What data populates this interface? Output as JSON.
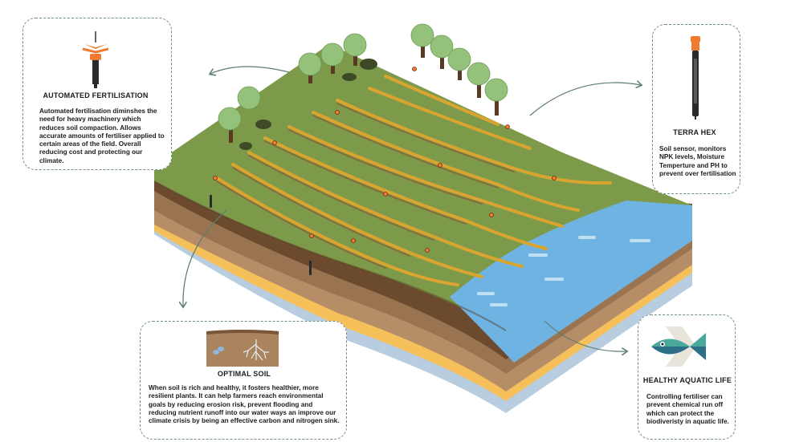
{
  "cards": {
    "fertilisation": {
      "title": "AUTOMATED FERTILISATION",
      "text": "Automated fertilisation diminshes the need for heavy machinery which reduces soil compaction. Allows accurate amounts of fertiliser applied to certain areas of the field. Overall reducing cost and protecting our climate."
    },
    "terra_hex": {
      "title": "TERRA HEX",
      "text": "Soil sensor, monitors NPK levels, Moisture Temperture and PH to prevent over fertilisation"
    },
    "optimal_soil": {
      "title": "OPTIMAL SOIL",
      "text": "When soil is rich and healthy, it fosters healthier, more resilient plants. It can help farmers reach environmental goals by reducing erosion risk, prevent flooding and reducing nutrient runoff into our water ways an improve our climate crisis by being an effective carbon and nitrogen sink."
    },
    "aquatic_life": {
      "title": "HEALTHY AQUATIC LIFE",
      "text": "Controlling fertiliser can prevent chemical run off which can protect the biodiveristy in aquatic life."
    }
  },
  "icons": {
    "fertilisation": "fertiliser-drone-icon",
    "terra_hex": "soil-sensor-icon",
    "optimal_soil": "soil-cross-section-icon",
    "aquatic_life": "fish-icon"
  },
  "colors": {
    "grass": "#7c9a4a",
    "soil_dark": "#6b4a2e",
    "soil_mid": "#9a7350",
    "soil_light": "#b58d67",
    "sand": "#f5c05a",
    "bedrock": "#b9cde0",
    "water": "#6fb3e2",
    "crop": "#e6b43a",
    "tree": "#94c27a",
    "accent_orange": "#f07a30",
    "border": "#6f8f83"
  }
}
